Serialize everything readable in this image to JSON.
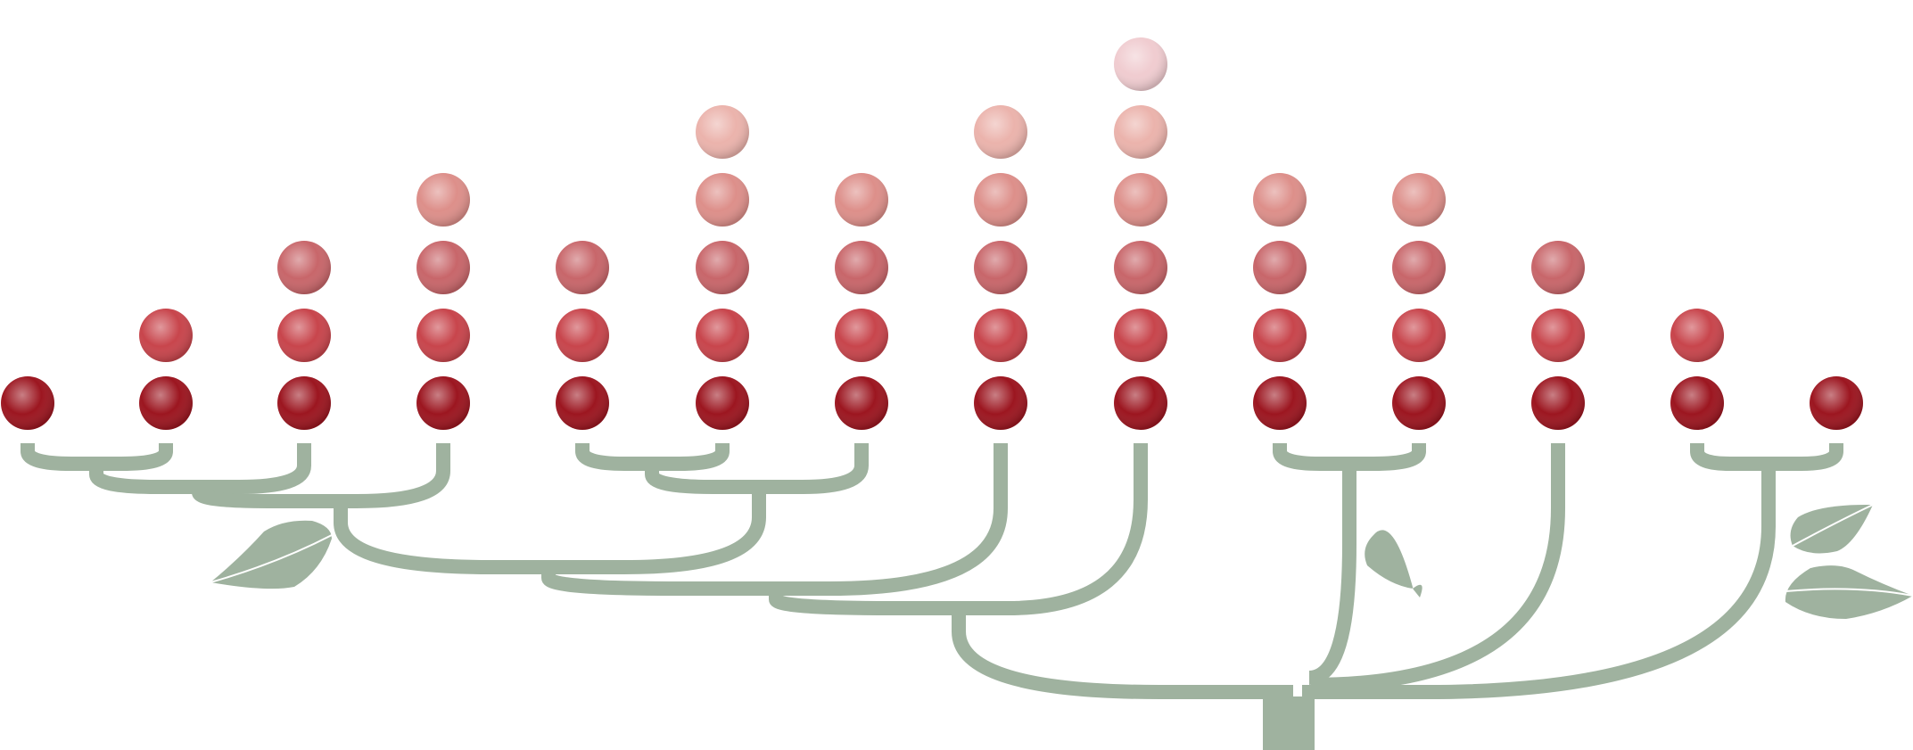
{
  "title": "",
  "colors": {
    "branch": "#9fb29f",
    "leaf": "#9fb29f",
    "leaf_vein": "#ffffff",
    "background": "#ffffff",
    "dot_levels": [
      "#9c1620",
      "#c8454c",
      "#c8666a",
      "#dd8f8a",
      "#ebb3ac",
      "#f0ccd0"
    ]
  },
  "columns": [
    {
      "dots": 1
    },
    {
      "dots": 2
    },
    {
      "dots": 3
    },
    {
      "dots": 4
    },
    {
      "dots": 3
    },
    {
      "dots": 5
    },
    {
      "dots": 4
    },
    {
      "dots": 5
    },
    {
      "dots": 6
    },
    {
      "dots": 4
    },
    {
      "dots": 4
    },
    {
      "dots": 3
    },
    {
      "dots": 2
    },
    {
      "dots": 1
    }
  ]
}
